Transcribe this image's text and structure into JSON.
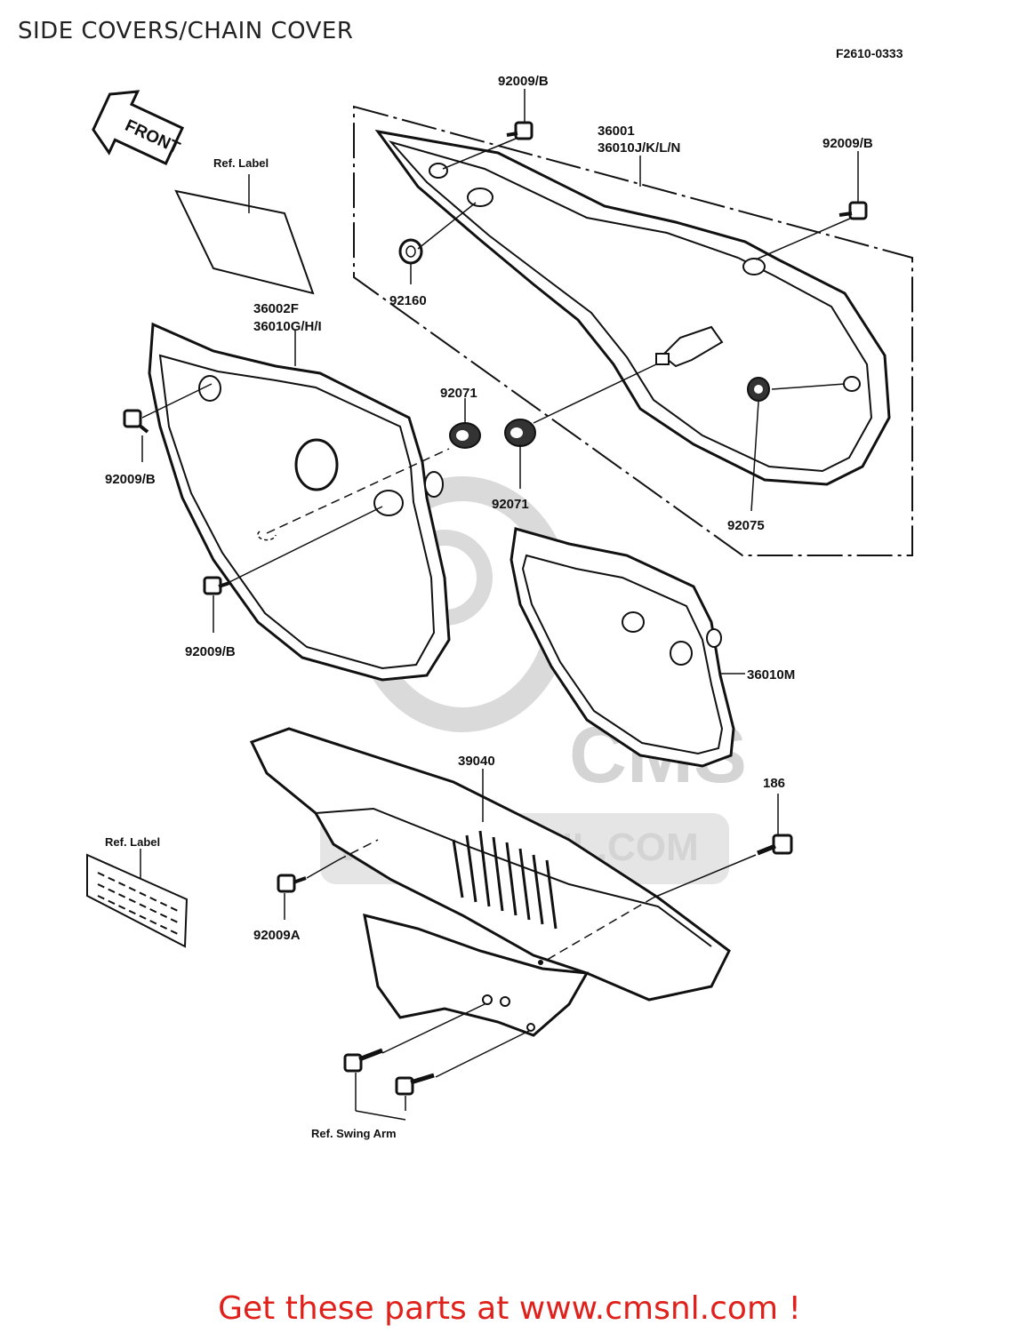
{
  "page": {
    "title": "SIDE COVERS/CHAIN COVER",
    "figure_code": "F2610-0333",
    "cta_text": "Get these parts at www.cmsnl.com !",
    "accent_color": "#e0201a"
  },
  "watermark": {
    "brand": "CMS",
    "url": "WWW.CMSNL.COM"
  },
  "arrow": {
    "label": "FRONT"
  },
  "callouts": [
    {
      "id": "c1",
      "text": "92009/B"
    },
    {
      "id": "c2",
      "text": "36001"
    },
    {
      "id": "c3",
      "text": "36010J/K/L/N"
    },
    {
      "id": "c4",
      "text": "92009/B"
    },
    {
      "id": "c5",
      "text": "Ref. Label"
    },
    {
      "id": "c6",
      "text": "92160"
    },
    {
      "id": "c7",
      "text": "36002F"
    },
    {
      "id": "c8",
      "text": "36010G/H/I"
    },
    {
      "id": "c9",
      "text": "92071"
    },
    {
      "id": "c10",
      "text": "92009/B"
    },
    {
      "id": "c11",
      "text": "92071"
    },
    {
      "id": "c12",
      "text": "92075"
    },
    {
      "id": "c13",
      "text": "92009/B"
    },
    {
      "id": "c14",
      "text": "36010M"
    },
    {
      "id": "c15",
      "text": "39040"
    },
    {
      "id": "c16",
      "text": "186"
    },
    {
      "id": "c17",
      "text": "Ref. Label"
    },
    {
      "id": "c18",
      "text": "92009A"
    },
    {
      "id": "c19",
      "text": "Ref. Swing Arm"
    }
  ]
}
